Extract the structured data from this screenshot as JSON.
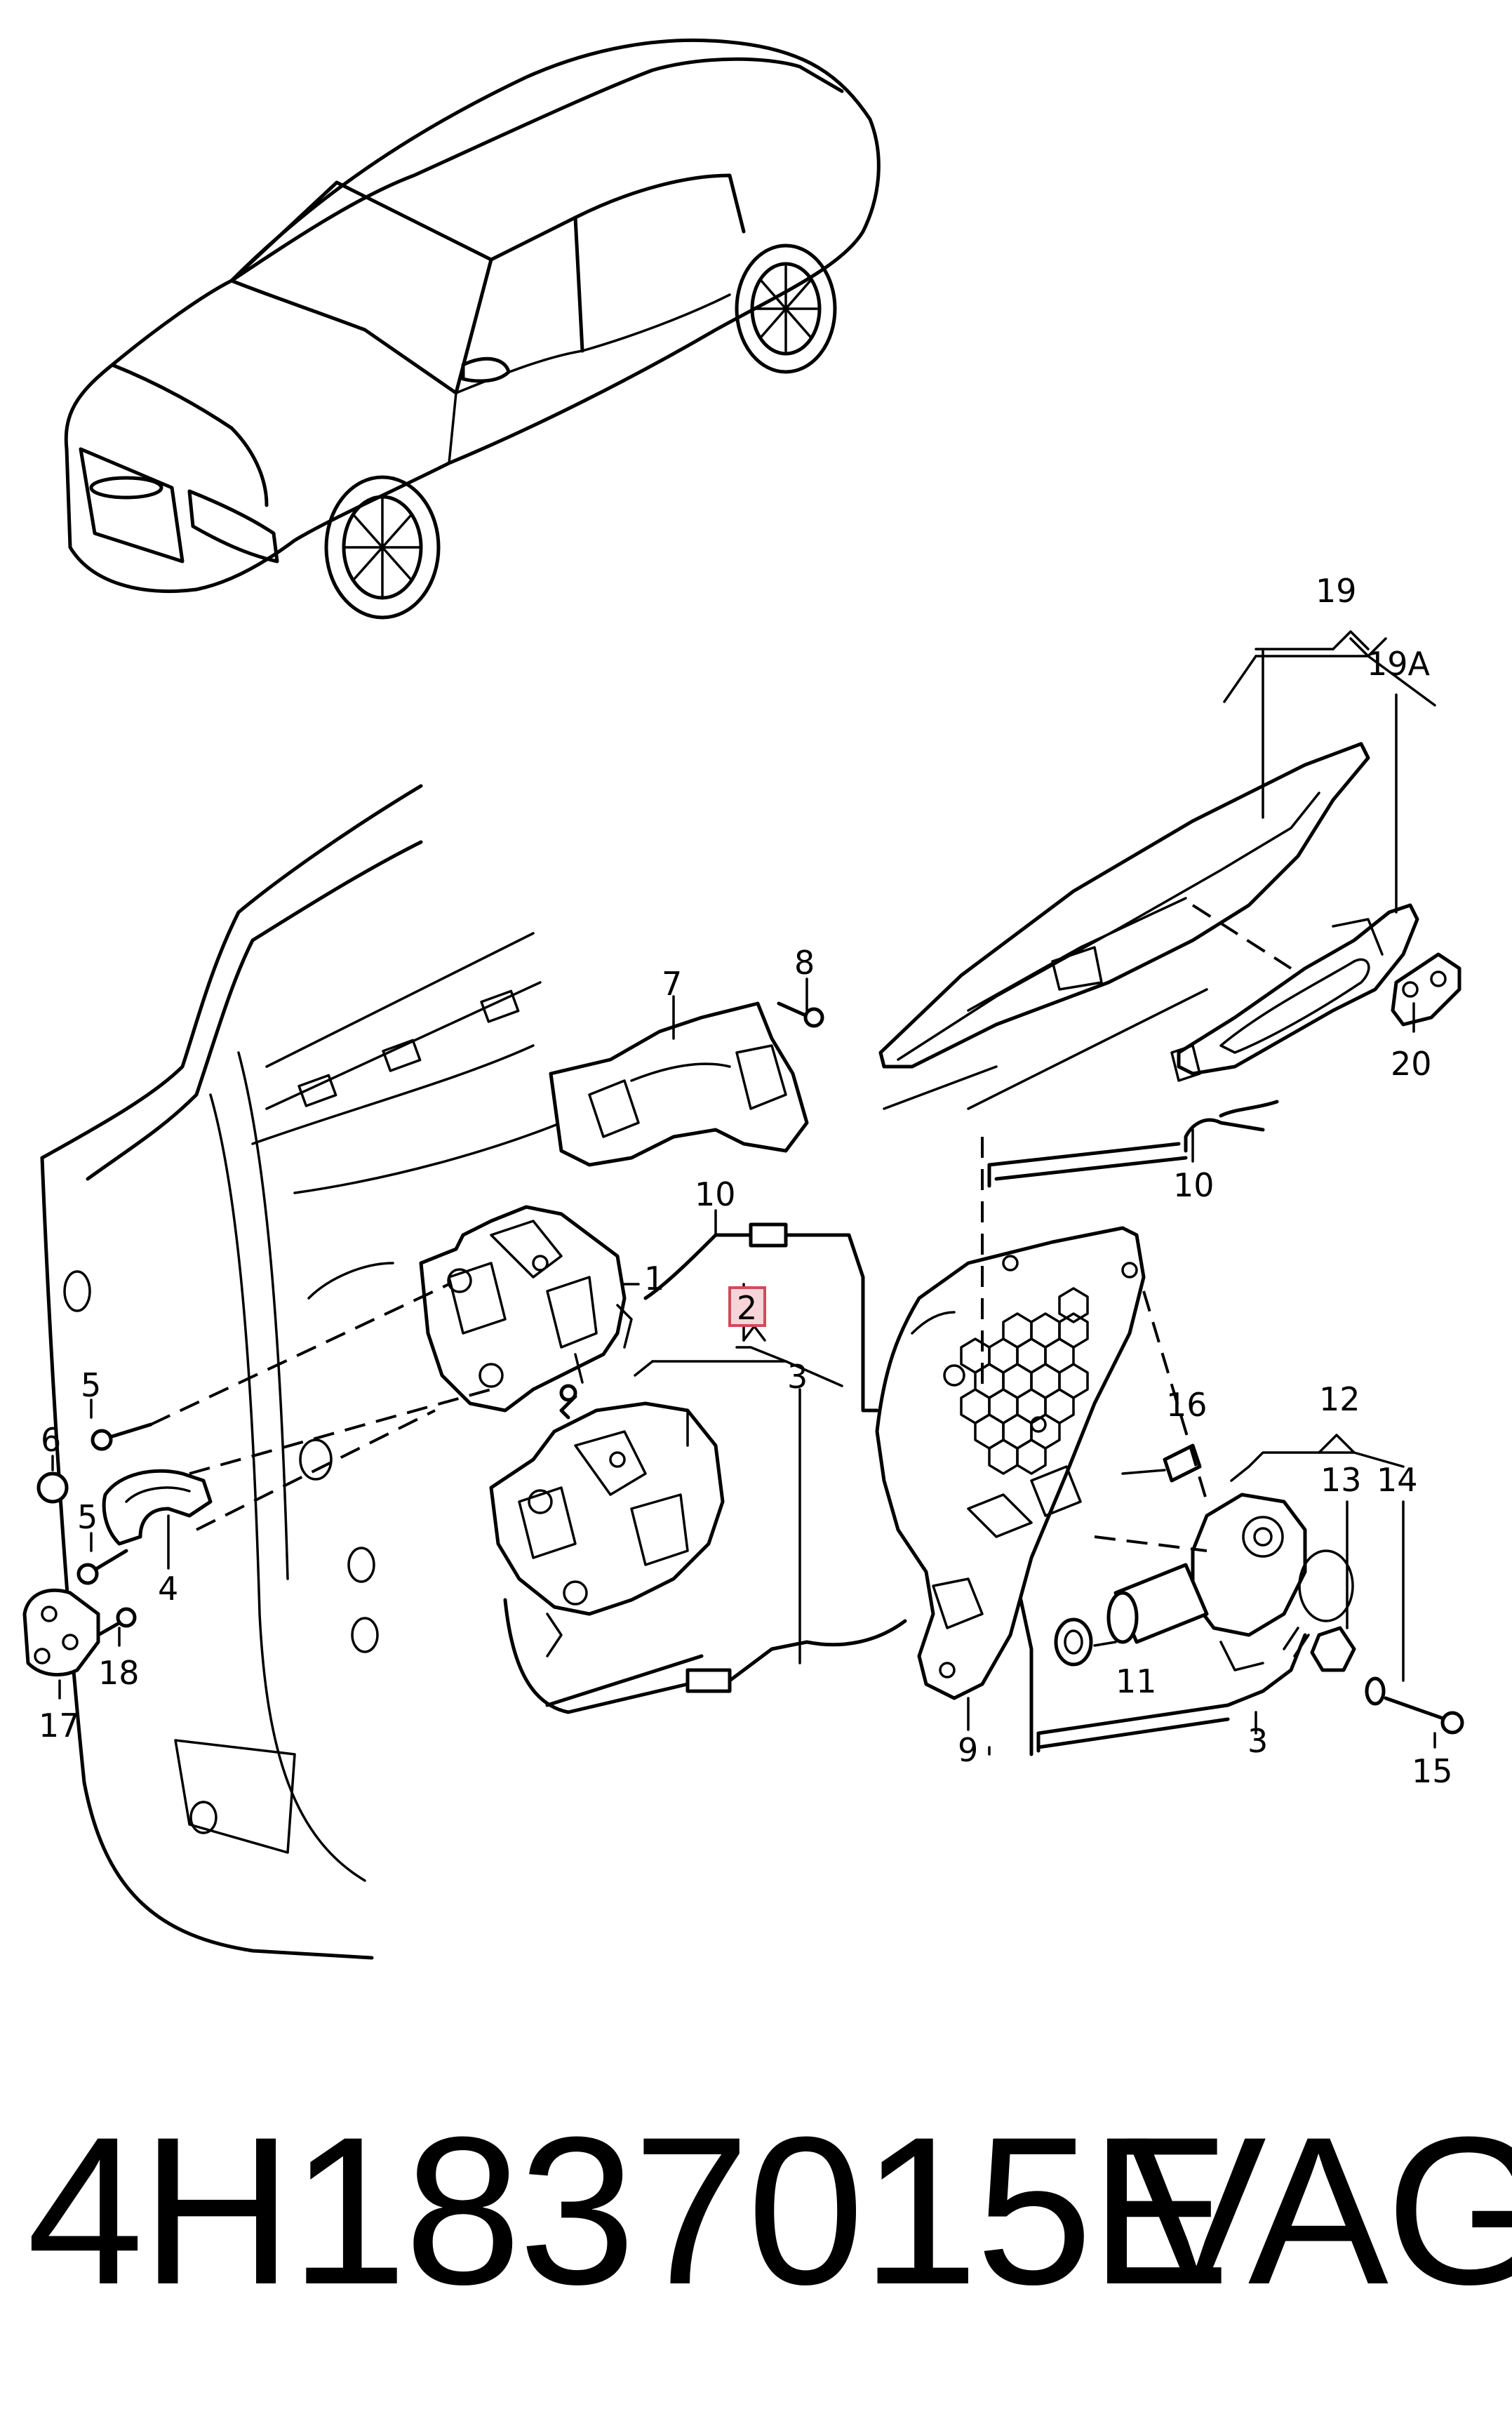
{
  "diagram": {
    "callouts": {
      "c1": "1",
      "c2": "2",
      "c3a": "3",
      "c3b": "3",
      "c4": "4",
      "c5a": "5",
      "c5b": "5",
      "c6": "6",
      "c7": "7",
      "c8": "8",
      "c9": "9",
      "c10a": "10",
      "c10b": "10",
      "c11": "11",
      "c12": "12",
      "c13": "13",
      "c14": "14",
      "c15": "15",
      "c16": "16",
      "c17": "17",
      "c18": "18",
      "c19": "19",
      "c19a": "19A",
      "c20": "20"
    },
    "highlighted_callout": "2",
    "highlight_color": "#f7d4d8"
  },
  "footer": {
    "part_number": "4H1837015E",
    "brand": "VAG"
  }
}
